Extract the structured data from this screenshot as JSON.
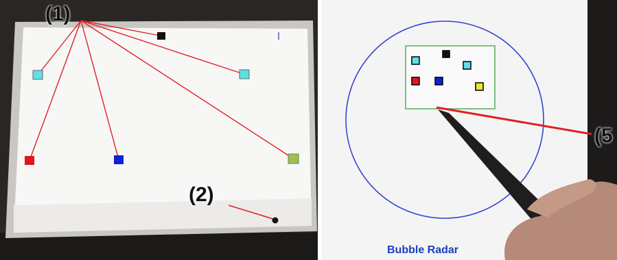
{
  "left_photo": {
    "callout_1": "(1)",
    "callout_2": "(2)",
    "targets": [
      {
        "name": "black-target",
        "color": "#111111"
      },
      {
        "name": "cyan-target-left",
        "color": "#5fe0e6"
      },
      {
        "name": "cyan-target-right",
        "color": "#5fe0e6"
      },
      {
        "name": "red-target",
        "color": "#e0161c"
      },
      {
        "name": "blue-target",
        "color": "#1020d8"
      },
      {
        "name": "green-target",
        "color": "#9ec04a"
      }
    ],
    "link_color": "#e02020"
  },
  "right_photo": {
    "callout_5": "(5",
    "caption": "Bubble Radar",
    "caption_color": "#1a3fbf",
    "circle_color": "#3344cc",
    "radar_box_border": "#7fbf7f",
    "radar_items": [
      {
        "name": "radar-black",
        "color": "#111111"
      },
      {
        "name": "radar-cyan-left",
        "color": "#5fe0e6"
      },
      {
        "name": "radar-cyan-right",
        "color": "#5fe0e6"
      },
      {
        "name": "radar-red",
        "color": "#e0161c"
      },
      {
        "name": "radar-blue",
        "color": "#1020d8"
      },
      {
        "name": "radar-yellow",
        "color": "#e8e838"
      }
    ]
  }
}
